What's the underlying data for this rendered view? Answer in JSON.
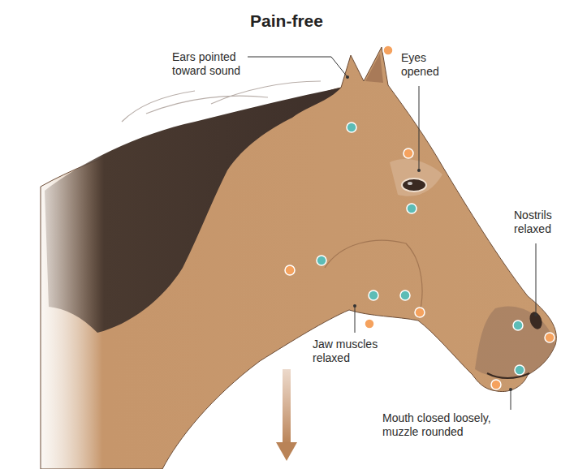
{
  "diagram": {
    "title": "Pain-free",
    "labels": [
      "Ears pointed toward sound",
      "Eyes opened",
      "Nostrils relaxed",
      "Jaw muscles relaxed",
      "Mouth closed loosely, muzzle rounded"
    ]
  }
}
